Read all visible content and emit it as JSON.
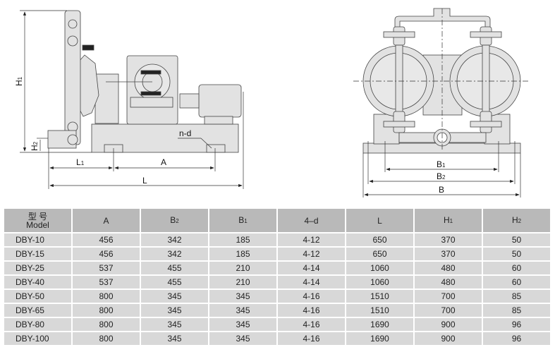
{
  "drawing": {
    "side_labels": {
      "H1": "H",
      "H1_sub": "1",
      "H2": "H",
      "H2_sub": "2",
      "nd": "n-d",
      "L1": "L",
      "L1_sub": "1",
      "A": "A",
      "L": "L"
    },
    "front_labels": {
      "B1": "B",
      "B1_sub": "1",
      "B2": "B",
      "B2_sub": "2",
      "B": "B"
    }
  },
  "table": {
    "header": {
      "model_cn": "型 号",
      "model_en": "Model",
      "cols": [
        {
          "main": "A",
          "sub": ""
        },
        {
          "main": "B",
          "sub": "2"
        },
        {
          "main": "B",
          "sub": "1"
        },
        {
          "main": "4–d",
          "sub": ""
        },
        {
          "main": "L",
          "sub": ""
        },
        {
          "main": "H",
          "sub": "1"
        },
        {
          "main": "H",
          "sub": "2"
        }
      ]
    },
    "rows": [
      [
        "DBY-10",
        "456",
        "342",
        "185",
        "4-12",
        "650",
        "370",
        "50"
      ],
      [
        "DBY-15",
        "456",
        "342",
        "185",
        "4-12",
        "650",
        "370",
        "50"
      ],
      [
        "DBY-25",
        "537",
        "455",
        "210",
        "4-14",
        "1060",
        "480",
        "60"
      ],
      [
        "DBY-40",
        "537",
        "455",
        "210",
        "4-14",
        "1060",
        "480",
        "60"
      ],
      [
        "DBY-50",
        "800",
        "345",
        "345",
        "4-16",
        "1510",
        "700",
        "85"
      ],
      [
        "DBY-65",
        "800",
        "345",
        "345",
        "4-16",
        "1510",
        "700",
        "85"
      ],
      [
        "DBY-80",
        "800",
        "345",
        "345",
        "4-16",
        "1690",
        "900",
        "96"
      ],
      [
        "DBY-100",
        "800",
        "345",
        "345",
        "4-16",
        "1690",
        "900",
        "96"
      ]
    ]
  }
}
